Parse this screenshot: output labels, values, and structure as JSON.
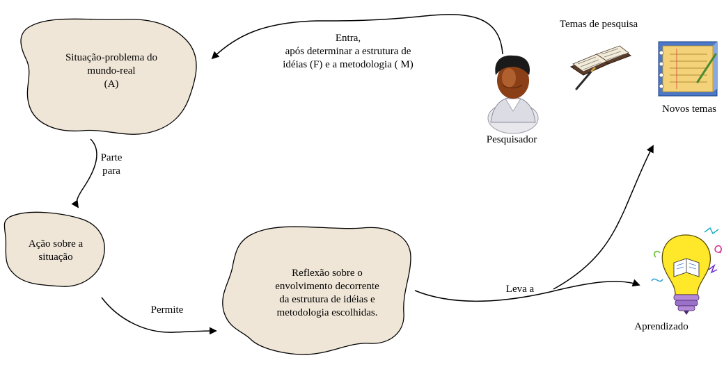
{
  "colors": {
    "blob_fill": "#efe6d7",
    "stroke": "#000000",
    "background": "#ffffff"
  },
  "nodes": {
    "situacao": {
      "lines": [
        "Situação-problema do",
        "mundo-real",
        "(A)"
      ]
    },
    "acao": {
      "lines": [
        "Ação sobre a",
        "situação"
      ]
    },
    "reflexao": {
      "lines": [
        "Reflexão sobre o",
        "envolvimento decorrente",
        "da estrutura de idéias e",
        "metodologia escolhidas."
      ]
    }
  },
  "edge_labels": {
    "entra": [
      "Entra,",
      "após determinar a estrutura de",
      "idéias  (F) e a metodologia ( M)"
    ],
    "parte": [
      "Parte",
      "para"
    ],
    "permite": "Permite",
    "leva": "Leva a"
  },
  "figures": {
    "temas": "Temas de pesquisa",
    "pesquisador": "Pesquisador",
    "novos_temas": "Novos temas",
    "aprendizado": "Aprendizado"
  },
  "icons": [
    "person-icon",
    "open-book-icon",
    "notebook-icon",
    "lightbulb-icon"
  ]
}
